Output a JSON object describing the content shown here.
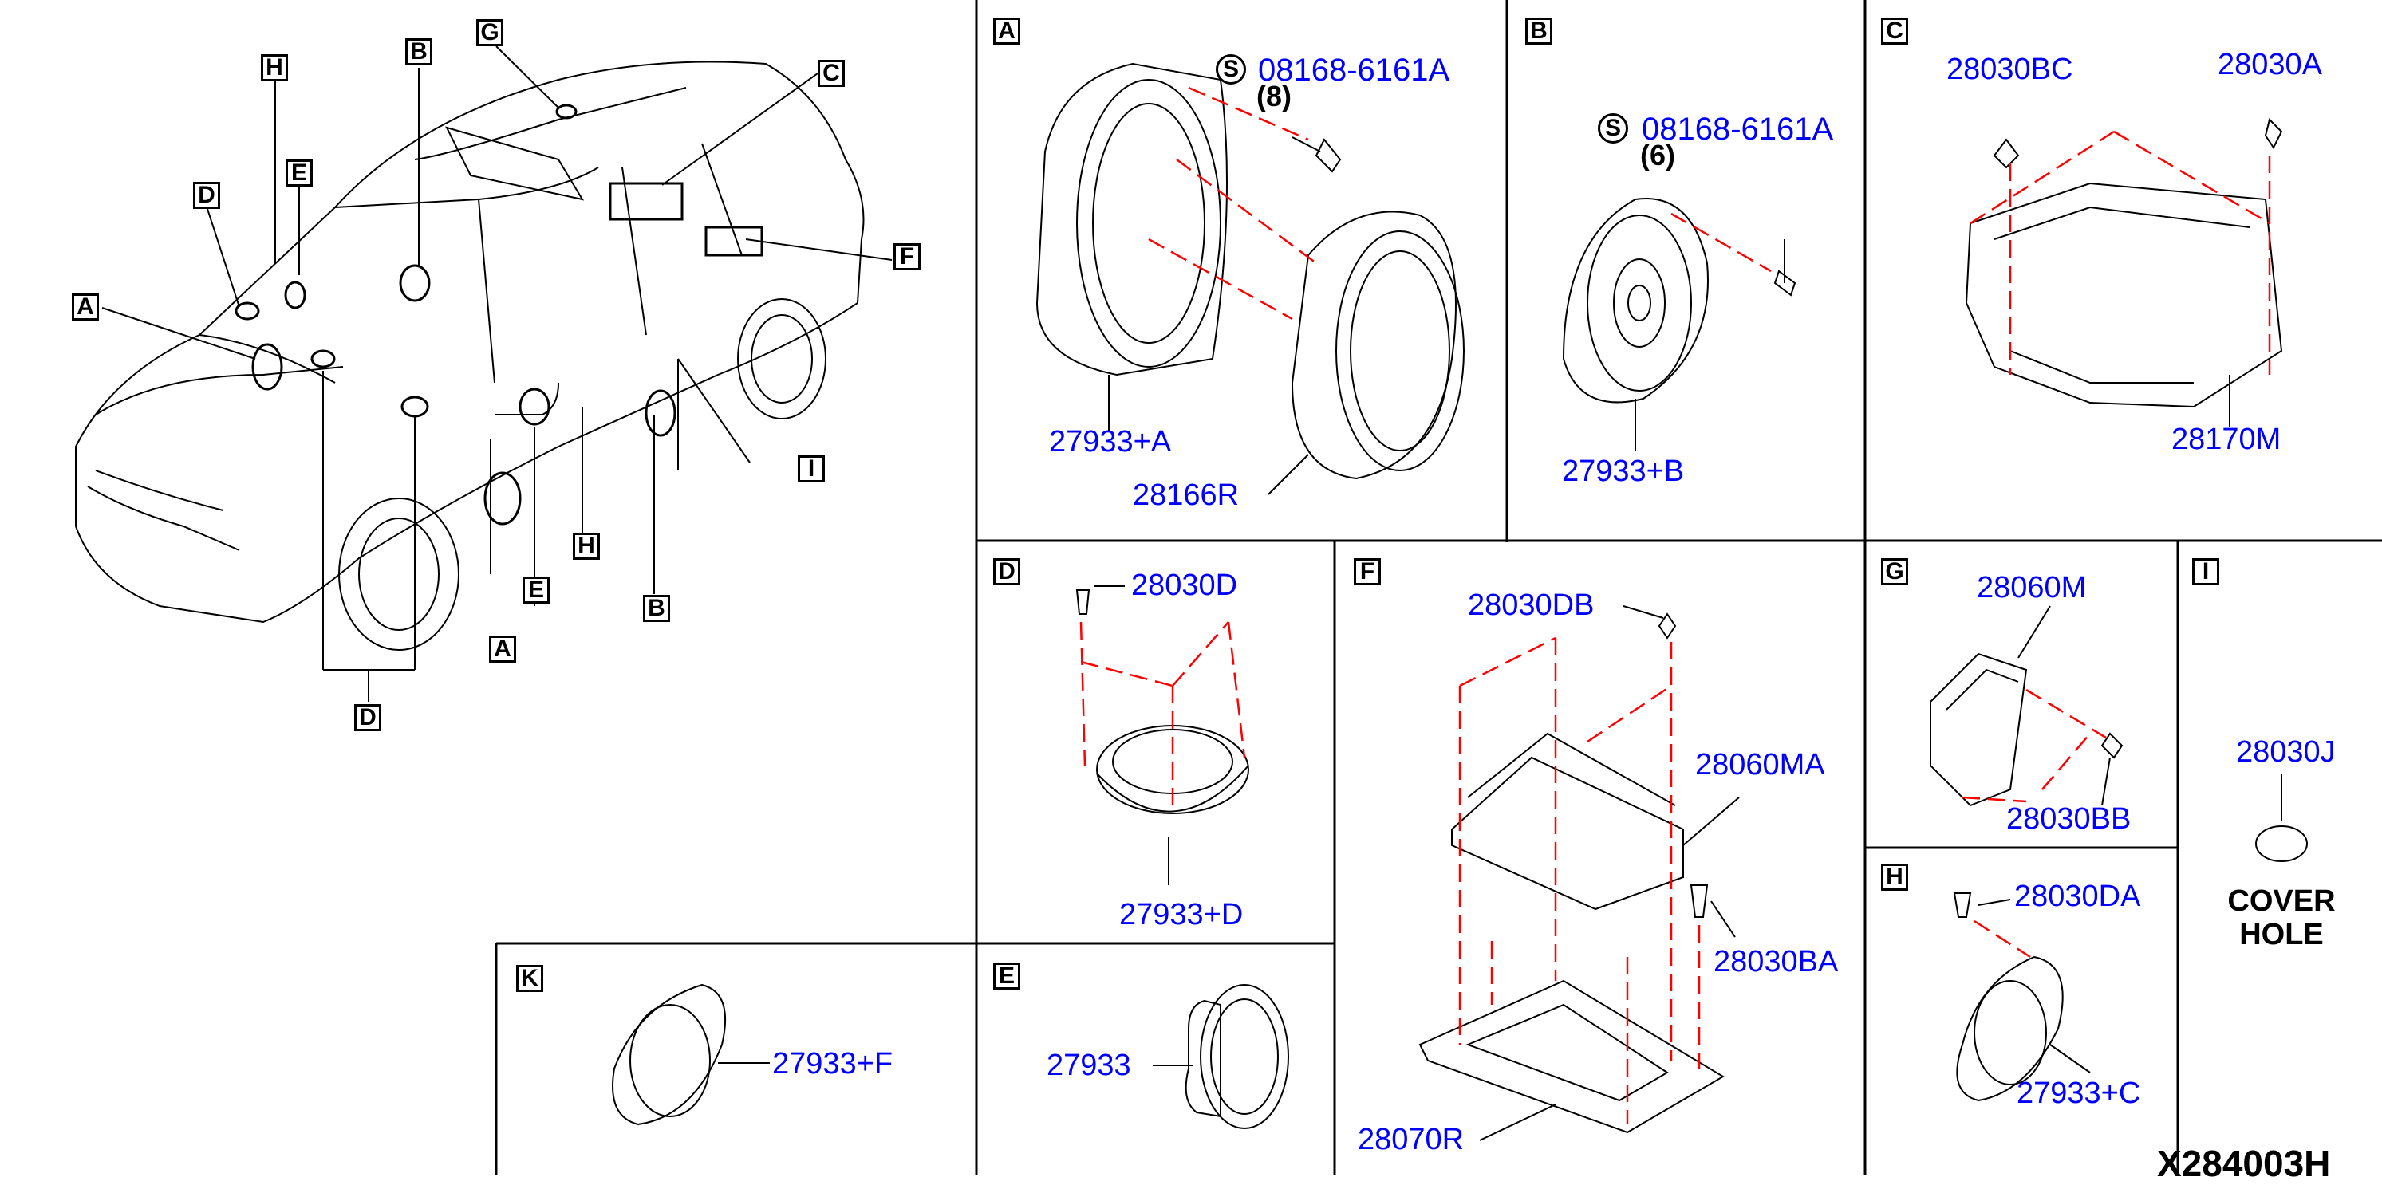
{
  "callouts": {
    "A": "A",
    "B": "B",
    "C": "C",
    "D": "D",
    "E": "E",
    "F": "F",
    "G": "G",
    "H": "H",
    "I": "I",
    "K": "K"
  },
  "parts": {
    "a_screw": "08168-6161A",
    "a_screw_qty": "(8)",
    "a_speaker": "27933+A",
    "a_spacer": "28166R",
    "b_screw": "08168-6161A",
    "b_screw_qty": "(6)",
    "b_speaker": "27933+B",
    "c_nut": "28030BC",
    "c_bolt": "28030A",
    "c_bracket": "28170M",
    "d_bolt": "28030D",
    "d_speaker": "27933+D",
    "f_nut": "28030DB",
    "f_amp": "28060MA",
    "f_bolt": "28030BA",
    "f_bracket": "28070R",
    "g_unit": "28060M",
    "g_nut": "28030BB",
    "h_bolt": "28030DA",
    "h_speaker": "27933+C",
    "i_cover": "28030J",
    "i_note": "COVER\nHOLE",
    "k_speaker": "27933+F",
    "e_speaker": "27933",
    "s_symbol": "S"
  },
  "diagram_code": "X284003H",
  "colors": {
    "part_number": "#0000ff",
    "dashed_leader": "#ff0000",
    "line": "#000000"
  }
}
